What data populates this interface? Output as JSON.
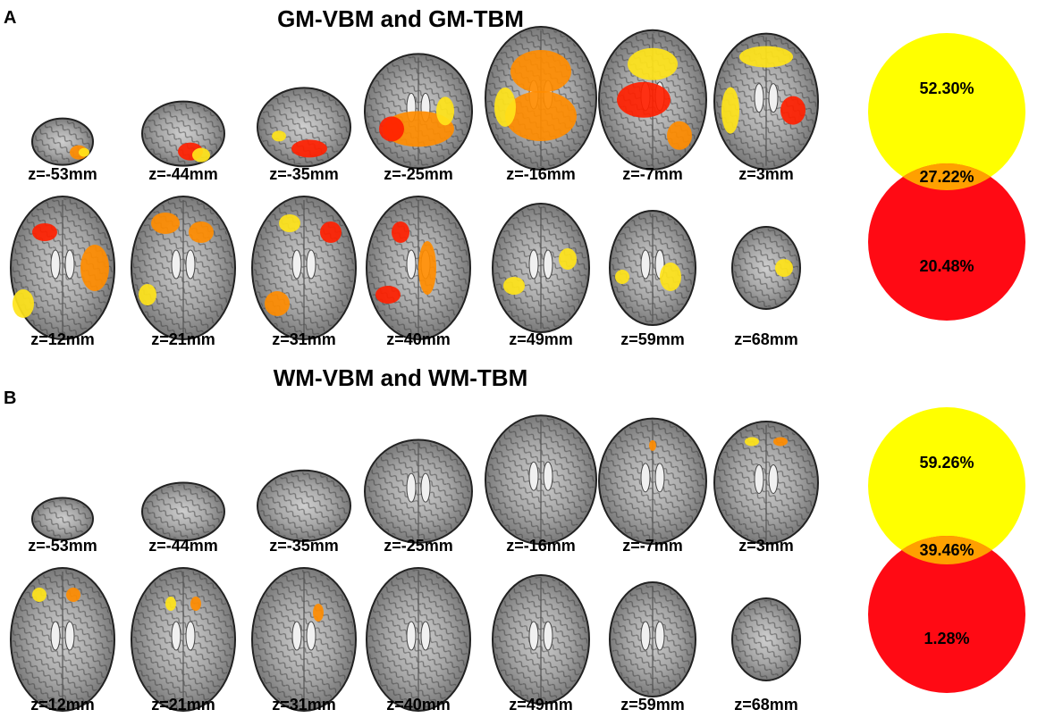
{
  "colors": {
    "venn_top": "#ffff00",
    "venn_bottom": "#ff0a14",
    "venn_overlap": "#ffa000",
    "overlay_yellow": "#ffe41a",
    "overlay_orange": "#ff8c00",
    "overlay_red": "#ff2000"
  },
  "panels": [
    {
      "letter": "A",
      "title": "GM-VBM and GM-TBM",
      "slices": [
        "z=-53mm",
        "z=-44mm",
        "z=-35mm",
        "z=-25mm",
        "z=-16mm",
        "z=-7mm",
        "z=3mm",
        "z=12mm",
        "z=21mm",
        "z=31mm",
        "z=40mm",
        "z=49mm",
        "z=59mm",
        "z=68mm"
      ],
      "venn": {
        "top": "52.30%",
        "overlap": "27.22%",
        "bottom": "20.48%"
      }
    },
    {
      "letter": "B",
      "title": "WM-VBM and WM-TBM",
      "slices": [
        "z=-53mm",
        "z=-44mm",
        "z=-35mm",
        "z=-25mm",
        "z=-16mm",
        "z=-7mm",
        "z=3mm",
        "z=12mm",
        "z=21mm",
        "z=31mm",
        "z=40mm",
        "z=49mm",
        "z=59mm",
        "z=68mm"
      ],
      "venn": {
        "top": "59.26%",
        "overlap": "39.46%",
        "bottom": "1.28%"
      }
    }
  ]
}
